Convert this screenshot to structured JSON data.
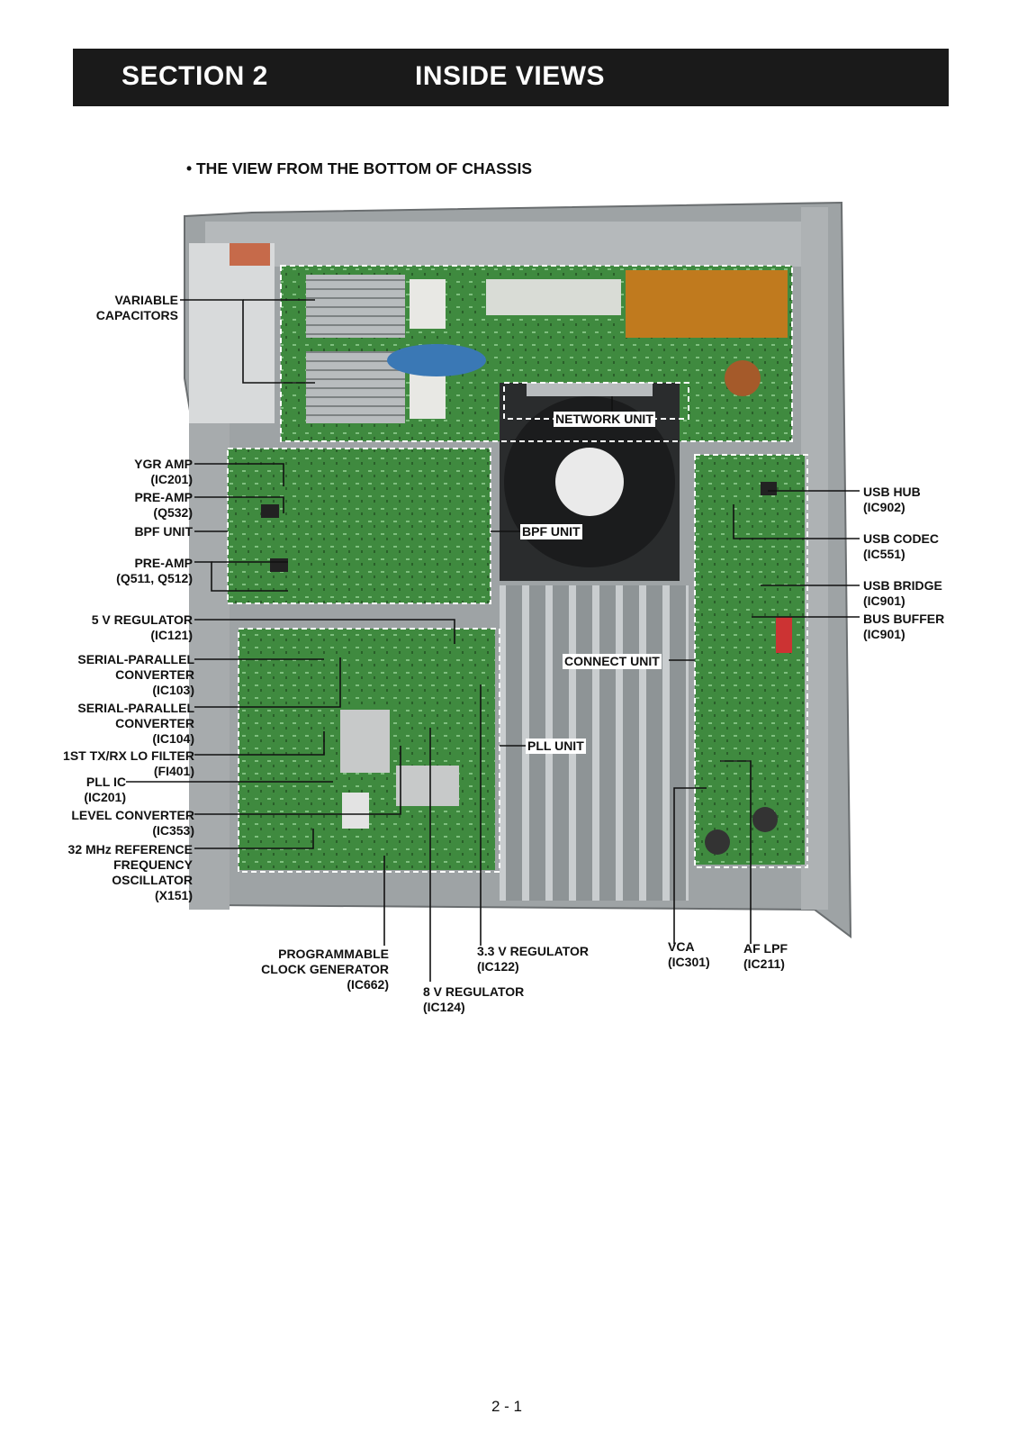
{
  "header": {
    "section": "SECTION 2",
    "title": "INSIDE VIEWS"
  },
  "subheading": "• THE VIEW FROM THE BOTTOM OF CHASSIS",
  "units": {
    "network": "NETWORK UNIT",
    "bpf_left": "BPF UNIT",
    "bpf_center": "BPF UNIT",
    "connect": "CONNECT UNIT",
    "pll": "PLL UNIT"
  },
  "labels_left": {
    "variable_capacitors": "VARIABLE\nCAPACITORS",
    "ygr_amp": "YGR AMP\n(IC201)",
    "pre_amp_q532": "PRE-AMP\n(Q532)",
    "pre_amp_q511": "PRE-AMP\n(Q511, Q512)",
    "reg_5v": "5 V REGULATOR\n(IC121)",
    "sp_conv_ic103": "SERIAL-PARALLEL\nCONVERTER\n(IC103)",
    "sp_conv_ic104": "SERIAL-PARALLEL\nCONVERTER\n(IC104)",
    "lo_filter": "1ST TX/RX LO FILTER\n(FI401)",
    "pll_ic": "PLL IC\n(IC201)",
    "level_conv": "LEVEL CONVERTER\n(IC353)",
    "ref_osc": "32 MHz REFERENCE\nFREQUENCY\nOSCILLATOR\n(X151)"
  },
  "labels_right": {
    "usb_hub": "USB HUB\n(IC902)",
    "usb_codec": "USB CODEC\n(IC551)",
    "usb_bridge": "USB BRIDGE\n(IC901)",
    "bus_buffer": "BUS BUFFER\n(IC901)"
  },
  "labels_bottom": {
    "clock_gen": "PROGRAMMABLE\nCLOCK GENERATOR\n(IC662)",
    "reg_8v": "8 V REGULATOR\n(IC124)",
    "reg_33v": "3.3 V REGULATOR\n(IC122)",
    "vca": "VCA\n(IC301)",
    "af_lpf": "AF LPF\n(IC211)"
  },
  "page_number": "2 - 1"
}
